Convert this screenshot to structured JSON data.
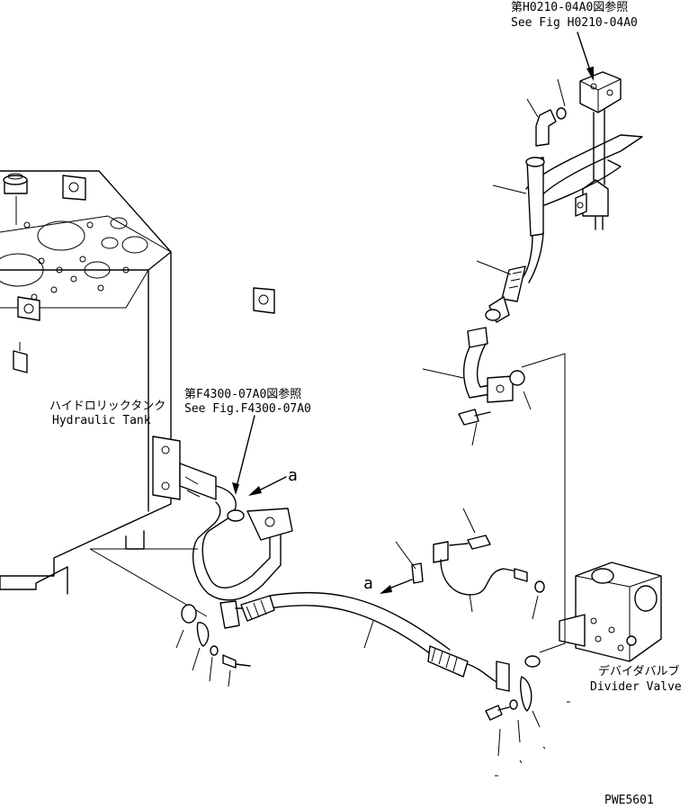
{
  "refs": {
    "upper_jp": "第H0210-04A0図参照",
    "upper_en": "See Fig H0210-04A0",
    "middle_jp": "第F4300-07A0図参照",
    "middle_en": "See Fig.F4300-07A0"
  },
  "tank": {
    "jp": "ハイドロリックタンク",
    "en": "Hydraulic Tank"
  },
  "divider": {
    "jp": "デバイダバルブ",
    "en": "Divider Valve"
  },
  "view_marks": {
    "a_upper": "a",
    "a_lower": "a"
  },
  "figure_code": "PWE5601"
}
